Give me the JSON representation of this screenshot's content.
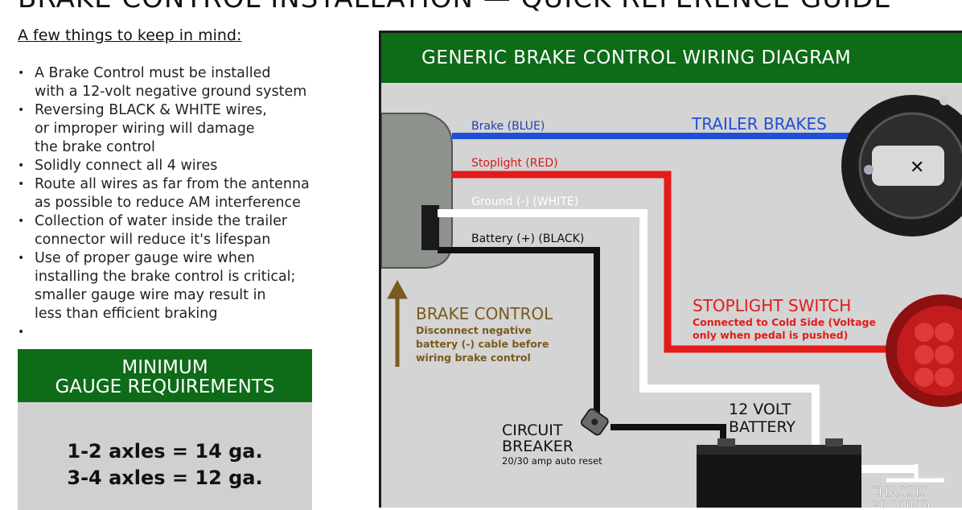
{
  "page": {
    "title": "BRAKE CONTROL INSTALLATION — QUICK REFERENCE GUIDE",
    "keep_in_mind_heading": "A few things to keep in mind:",
    "notes": [
      [
        "A Brake Control must be installed",
        "with a 12-volt negative ground system"
      ],
      [
        "Reversing BLACK & WHITE wires,",
        "or  improper wiring will damage",
        "the brake control"
      ],
      [
        "Solidly connect all 4 wires"
      ],
      [
        "Route all wires as far from the antenna",
        "as possible to reduce AM interference"
      ],
      [
        "Collection of water inside the trailer",
        "connector will reduce it's lifespan"
      ],
      [
        "Use of proper gauge wire when",
        "installing the brake control is critical;",
        "smaller gauge wire may result in",
        "less than efficient braking"
      ],
      [
        ""
      ]
    ]
  },
  "gauge": {
    "title_line1": "MINIMUM",
    "title_line2": "GAUGE REQUIREMENTS",
    "rows": [
      "1-2 axles = 14 ga.",
      "3-4 axles = 12 ga."
    ]
  },
  "diagram": {
    "title": "GENERIC BRAKE CONTROL WIRING DIAGRAM",
    "wires": {
      "brake": "Brake (BLUE)",
      "stoplight": "Stoplight (RED)",
      "ground": "Ground (-) (WHITE)",
      "battery": "Battery (+) (BLACK)"
    },
    "trailer_brakes": "TRAILER BRAKES",
    "stoplight_switch": {
      "title": "STOPLIGHT SWITCH",
      "line1": "Connected to Cold Side (Voltage",
      "line2": "only when pedal is pushed)"
    },
    "brake_control": {
      "title": "BRAKE CONTROL",
      "line1": "Disconnect negative",
      "line2": "battery (-) cable before",
      "line3": "wiring brake control"
    },
    "circuit_breaker": {
      "line1": "CIRCUIT",
      "line2": "BREAKER",
      "line3": "20/30 amp auto reset"
    },
    "battery": {
      "line1": "12 VOLT",
      "line2": "BATTERY"
    },
    "chassis_ground": {
      "line1": "CHASSIS",
      "line2": "GROUND"
    },
    "colors": {
      "header_green": "#0e6b18",
      "blue_wire": "#1f4fd6",
      "red_wire": "#e31b1b",
      "white_wire": "#ffffff",
      "black_wire": "#111111",
      "brown_text": "#7a5a1e"
    }
  }
}
